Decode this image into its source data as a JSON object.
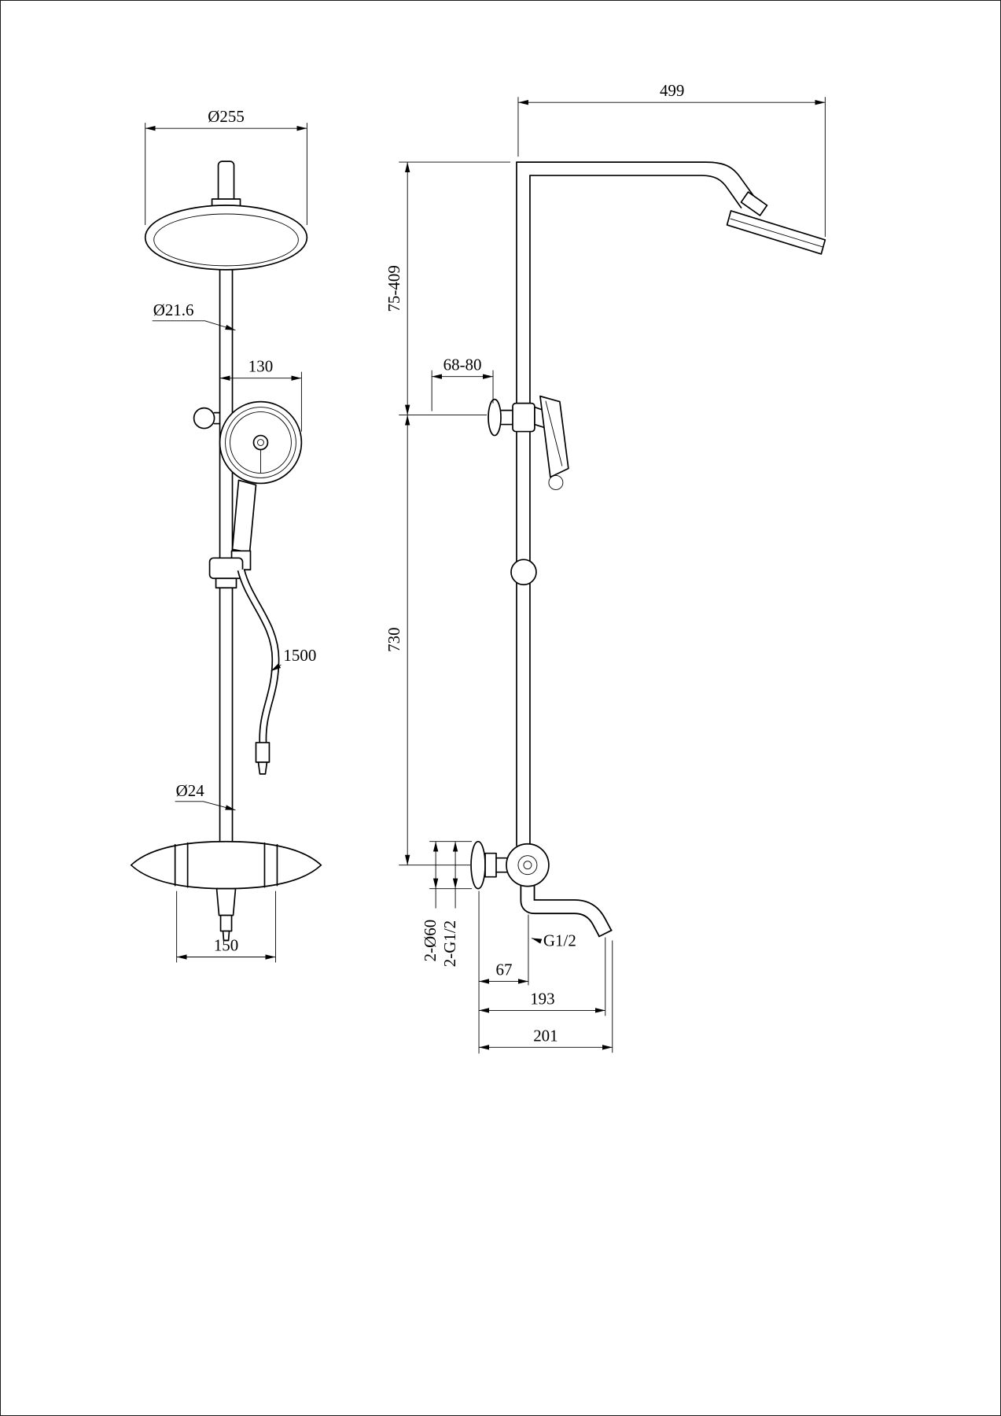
{
  "drawing": {
    "front": {
      "head_diameter": "Ø255",
      "pipe_diameter": "Ø21.6",
      "handshower_diameter": "130",
      "hose_length": "1500",
      "riser_diameter": "Ø24",
      "valve_span": "150"
    },
    "side": {
      "arm_reach": "499",
      "upper_height_range": "75-409",
      "bracket_depth_range": "68-80",
      "riser_height": "730",
      "flange_diameter": "2-Ø60",
      "inlet_thread": "2-G1/2",
      "spout_thread": "G1/2",
      "wall_to_outlet": "67",
      "wall_to_spout": "193",
      "wall_to_spout_tip": "201"
    },
    "colors": {
      "line": "#000000",
      "background": "#ffffff"
    }
  }
}
